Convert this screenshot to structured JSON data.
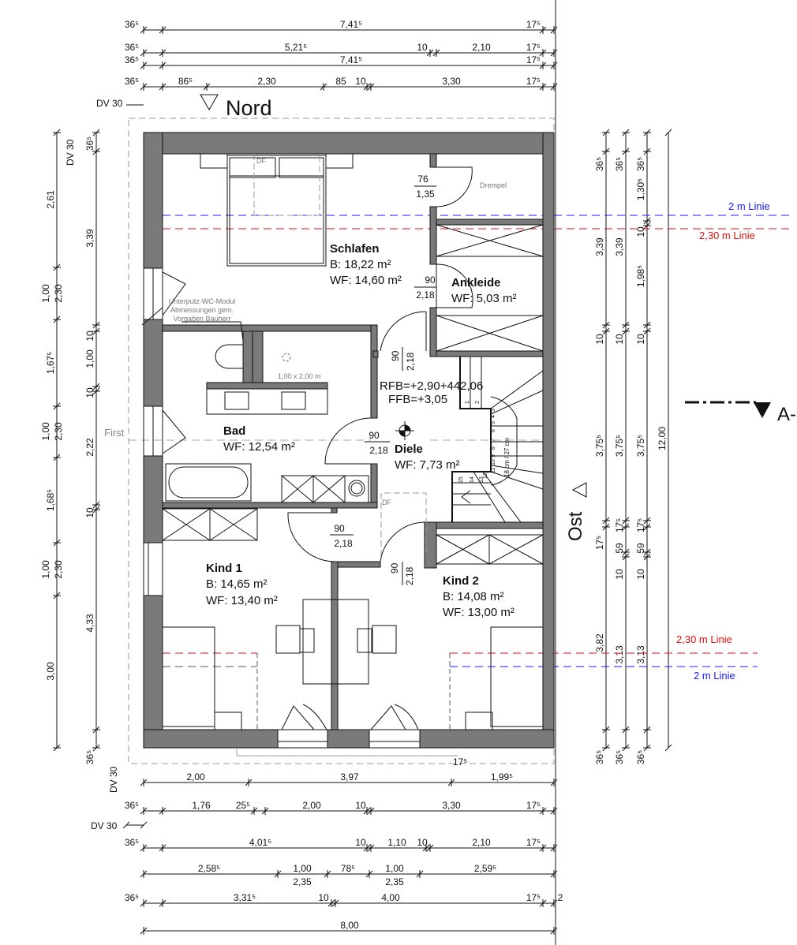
{
  "orientation": {
    "north": "Nord",
    "east": "Ost",
    "section": "A-"
  },
  "labels": {
    "dv30": "DV 30",
    "first": "First",
    "df": "DF",
    "drempel": "Drempel",
    "wc_note": [
      "Unterputz-WC-Modul",
      "Abmessungen gem.",
      "Vorgaben Bauherr"
    ],
    "shower_size": "1,00 x 2,00 m",
    "rfb": "RFB=+2,90+442,06",
    "ffb": "FFB=+3,05",
    "stair_ratio": "18 cm / 27 cm",
    "stair_steps": [
      "1",
      "2",
      "3",
      "4",
      "5",
      "6",
      "7",
      "8",
      "9",
      "10",
      "11",
      "12",
      "13",
      "14",
      "15"
    ]
  },
  "lines": {
    "blue_label": "2 m Linie",
    "red_label": "2,30 m Linie",
    "blue_color": "#1a1aff",
    "red_color": "#e01010"
  },
  "rooms": {
    "schlafen": {
      "name": "Schlafen",
      "b": "B: 18,22 m²",
      "wf": "WF: 14,60 m²"
    },
    "ankleide": {
      "name": "Ankleide",
      "wf": "WF: 5,03 m²"
    },
    "bad": {
      "name": "Bad",
      "wf": "WF: 12,54 m²"
    },
    "diele": {
      "name": "Diele",
      "wf": "WF: 7,73 m²"
    },
    "kind1": {
      "name": "Kind 1",
      "b": "B: 14,65 m²",
      "wf": "WF: 13,40 m²"
    },
    "kind2": {
      "name": "Kind 2",
      "b": "B: 14,08 m²",
      "wf": "WF: 13,00 m²"
    }
  },
  "doors": {
    "ankleide_top": {
      "w": "76",
      "h": "1,35"
    },
    "ankleide": {
      "w": "90",
      "h": "2,18"
    },
    "schlafen": {
      "w": "90",
      "h": "2,18"
    },
    "bad": {
      "w": "90",
      "h": "2,18"
    },
    "kind1": {
      "w": "90",
      "h": "2,18"
    },
    "kind2": {
      "w": "90",
      "h": "2,18"
    }
  },
  "dimensions": {
    "top": [
      [
        "36⁵",
        "7,41⁵",
        "17⁵"
      ],
      [
        "36⁵",
        "5,21⁵",
        "10",
        "2,10",
        "17⁵"
      ],
      [
        "36⁵",
        "7,41⁵",
        "17⁵"
      ],
      [
        "36⁵",
        "86⁵",
        "2,30",
        "85",
        "10",
        "3,30",
        "17⁵"
      ]
    ],
    "bottom": [
      [
        "2,00",
        "3,97",
        "1,99⁵"
      ],
      [
        "36⁵",
        "1,76",
        "25⁵",
        "2,00",
        "10",
        "3,30",
        "17⁵"
      ],
      [
        "36⁵",
        "4,01⁵",
        "10",
        "1,10",
        "10",
        "2,10",
        "17⁵"
      ],
      [
        "2,58⁵",
        "1,00",
        "2,35",
        "78⁵",
        "1,00",
        "2,35",
        "2,59⁵"
      ],
      [
        "36⁵",
        "3,31⁵",
        "10",
        "4,00",
        "17⁵",
        "2"
      ],
      [
        "8,00"
      ]
    ],
    "left_outer": [
      "2,61",
      "1,00",
      "2,30",
      "1,67⁵",
      "1,00",
      "2,30",
      "1,68⁵",
      "1,00",
      "2,30",
      "3,00"
    ],
    "left_inner": [
      "36⁵",
      "3,39",
      "10",
      "1,00",
      "10",
      "2,22",
      "10",
      "4,33",
      "36⁵"
    ],
    "right_1": [
      "36⁵",
      "3,39",
      "10",
      "3,75⁵",
      "17⁵",
      "3,82",
      "36⁵"
    ],
    "right_2": [
      "36⁵",
      "3,39",
      "10",
      "3,75⁵",
      "17⁵",
      "59",
      "10",
      "3,13",
      "36⁵"
    ],
    "right_3": [
      "36⁵",
      "1,30⁵",
      "10",
      "1,98⁵",
      "10",
      "3,75⁵",
      "17⁵",
      "59",
      "10",
      "3,13",
      "36⁵"
    ],
    "total_height": "12,00"
  }
}
